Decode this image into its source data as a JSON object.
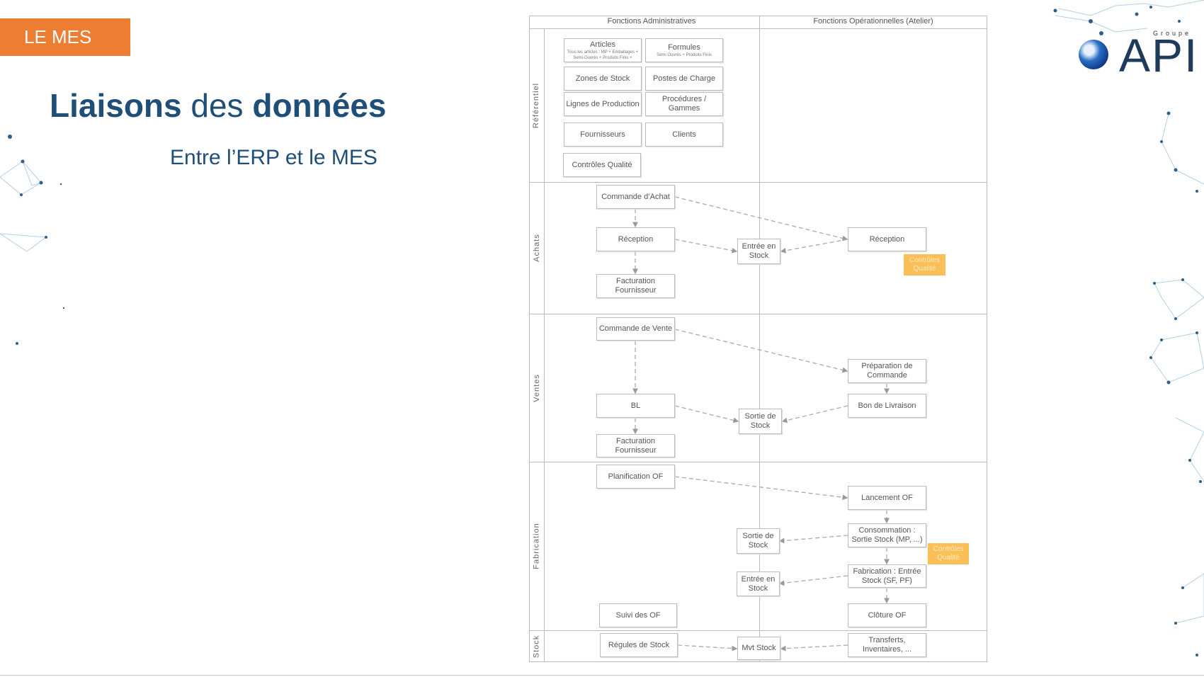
{
  "section_tag": "LE MES",
  "title": {
    "part1": "Liaisons",
    "part2": " des ",
    "part3": "données"
  },
  "subtitle": "Entre l’ERP et le MES",
  "logo": {
    "groupe": "Groupe",
    "name": "API"
  },
  "diagram": {
    "columns": {
      "admin": "Fonctions Administratives",
      "operational": "Fonctions Opérationnelles (Atelier)"
    },
    "lanes": {
      "referentiel": "Référentiel",
      "achats": "Achats",
      "ventes": "Ventes",
      "fabrication": "Fabrication",
      "stock": "Stock"
    },
    "referentiel": {
      "articles": "Articles",
      "articles_sub": "Tous les articles : MP + Emballages + Semi-Ouvrés + Produits Finis +",
      "formules": "Formules",
      "formules_sub": "Semi Ouvrés + Produits Finis",
      "zones": "Zones de Stock",
      "postes": "Postes de Charge",
      "lignes": "Lignes de Production",
      "procedures": "Procédures /\nGammes",
      "fournisseurs": "Fournisseurs",
      "clients": "Clients",
      "controles": "Contrôles Qualité"
    },
    "achats": {
      "commande": "Commande d’Achat",
      "reception_admin": "Réception",
      "facturation": "Facturation\nFournisseur",
      "entree_stock": "Entrée en\nStock",
      "reception_op": "Réception",
      "controles": "Contrôles\nQualité"
    },
    "ventes": {
      "commande": "Commande de Vente",
      "bl": "BL",
      "facturation": "Facturation\nFournisseur",
      "sortie_stock": "Sortie de\nStock",
      "preparation": "Préparation de\nCommande",
      "bon_livraison": "Bon de Livraison"
    },
    "fabrication": {
      "planification": "Planification OF",
      "suivi": "Suivi des OF",
      "lancement": "Lancement OF",
      "consommation": "Consommation :\nSortie Stock (MP, ...)",
      "fabrication_entree": "Fabrication : Entrée\nStock (SF, PF)",
      "cloture": "Clôture OF",
      "sortie_stock": "Sortie de\nStock",
      "entree_stock": "Entrée en\nStock",
      "controles": "Contrôles\nQualité"
    },
    "stock": {
      "regules": "Régules de Stock",
      "mvt": "Mvt Stock",
      "transferts": "Transferts,\nInventaires, ..."
    }
  }
}
